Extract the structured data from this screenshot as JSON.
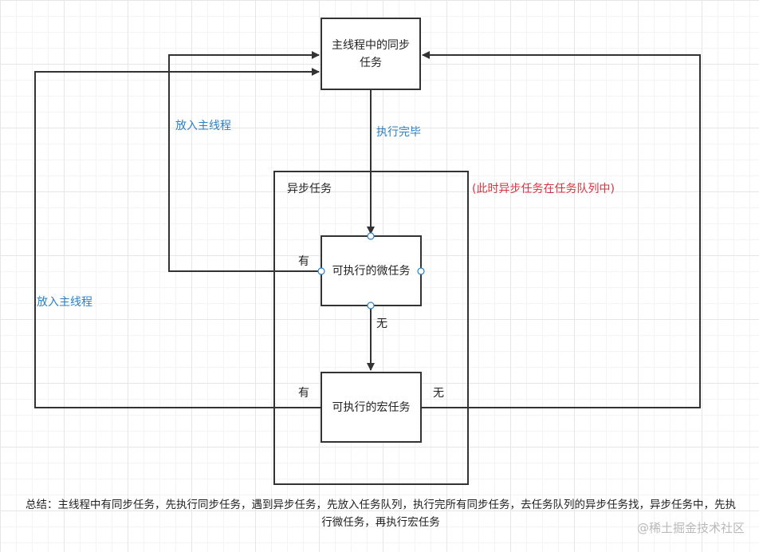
{
  "nodes": {
    "sync_task": "主线程中的同步任务",
    "async_group": "异步任务",
    "micro_task": "可执行的微任务",
    "macro_task": "可执行的宏任务"
  },
  "labels": {
    "done": "执行完毕",
    "put_main_1": "放入主线程",
    "put_main_2": "放入主线程",
    "note": "(此时异步任务在任务队列中)",
    "micro_yes": "有",
    "micro_no": "无",
    "macro_yes": "有",
    "macro_no": "无"
  },
  "summary": "总结：主线程中有同步任务，先执行同步任务，遇到异步任务，先放入任务队列，执行完所有同步任务，去任务队列的异步任务找，异步任务中，先执行微任务，再执行宏任务",
  "watermark": "@稀土掘金技术社区",
  "colors": {
    "line": "#333333",
    "label_blue": "#2a7fc6",
    "note_red": "#d6333f",
    "port": "#2a7fc6"
  }
}
